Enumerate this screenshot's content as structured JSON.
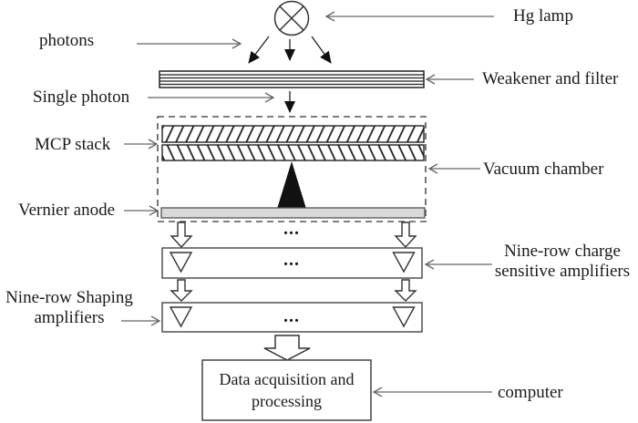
{
  "diagram": {
    "left_labels": {
      "photons": "photons",
      "single_photon": "Single photon",
      "mcp_stack": "MCP stack",
      "vernier_anode": "Vernier anode",
      "shaping_amplifiers_line1": "Nine-row Shaping",
      "shaping_amplifiers_line2": "amplifiers"
    },
    "right_labels": {
      "hg_lamp": "Hg lamp",
      "weakener_filter": "Weakener and filter",
      "vacuum_chamber": "Vacuum chamber",
      "charge_amplifiers_line1": "Nine-row charge",
      "charge_amplifiers_line2": "sensitive amplifiers",
      "computer": "computer"
    },
    "boxes": {
      "data_acquisition_line1": "Data acquisition and",
      "data_acquisition_line2": "processing"
    },
    "ellipsis": "...",
    "icons": {
      "hg_lamp": "lamp-circle-x-icon",
      "amplifier": "triangle-down-amplifier-icon",
      "flow": "hollow-block-arrow-icon"
    },
    "colors": {
      "background": "#ffffff",
      "line": "#333333",
      "label_arrow": "#666666",
      "solid_arrow": "#111111",
      "anode_fill": "#d9d9d9",
      "text": "#1a1a1a"
    }
  }
}
